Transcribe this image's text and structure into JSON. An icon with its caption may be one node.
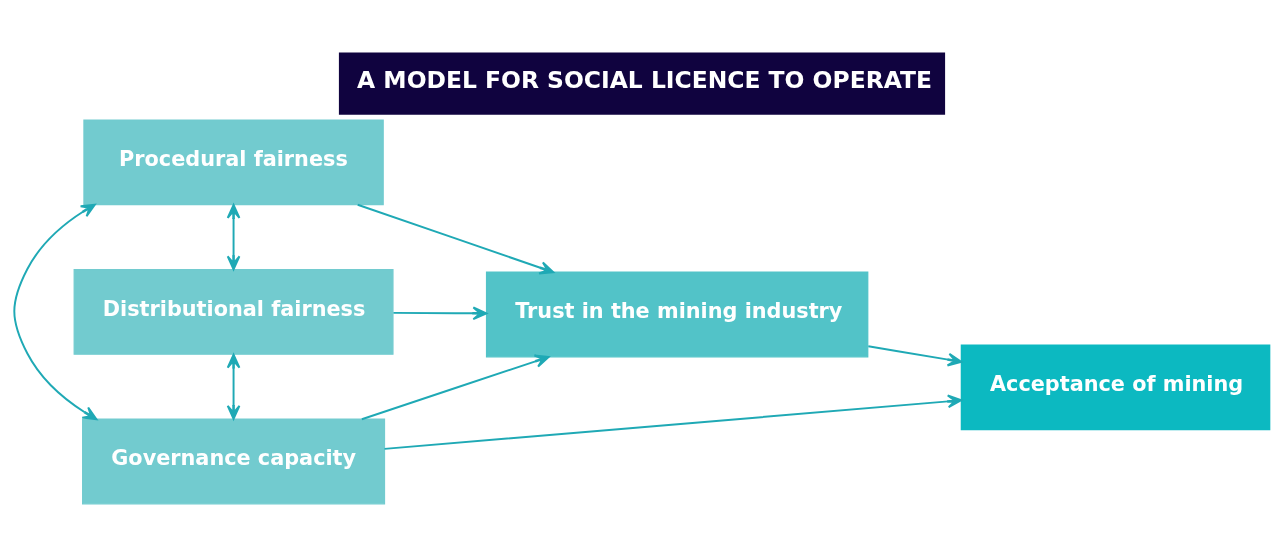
{
  "diagram": {
    "title": "A MODEL FOR SOCIAL LICENCE TO OPERATE",
    "nodes": [
      {
        "text": [
          "Procedural fairness"
        ]
      },
      {
        "text": [
          "Distributional fairness"
        ]
      },
      {
        "text": [
          "Governance capacity"
        ]
      },
      {
        "text": [
          "Trust in the mining industry"
        ]
      },
      {
        "text": [
          "Acceptance of mining"
        ]
      }
    ],
    "edges": [
      {
        "from": 0,
        "to": 1,
        "arrow": "both"
      },
      {
        "from": 1,
        "to": 2,
        "arrow": "both"
      },
      {
        "from": 0,
        "to": 2,
        "arrow": "both"
      },
      {
        "from": 0,
        "to": 3,
        "arrow": "to"
      },
      {
        "from": 1,
        "to": 3,
        "arrow": "to"
      },
      {
        "from": 2,
        "to": 3,
        "arrow": "to"
      },
      {
        "from": 3,
        "to": 4,
        "arrow": "to"
      },
      {
        "from": 2,
        "to": 4,
        "arrow": "to"
      }
    ]
  }
}
